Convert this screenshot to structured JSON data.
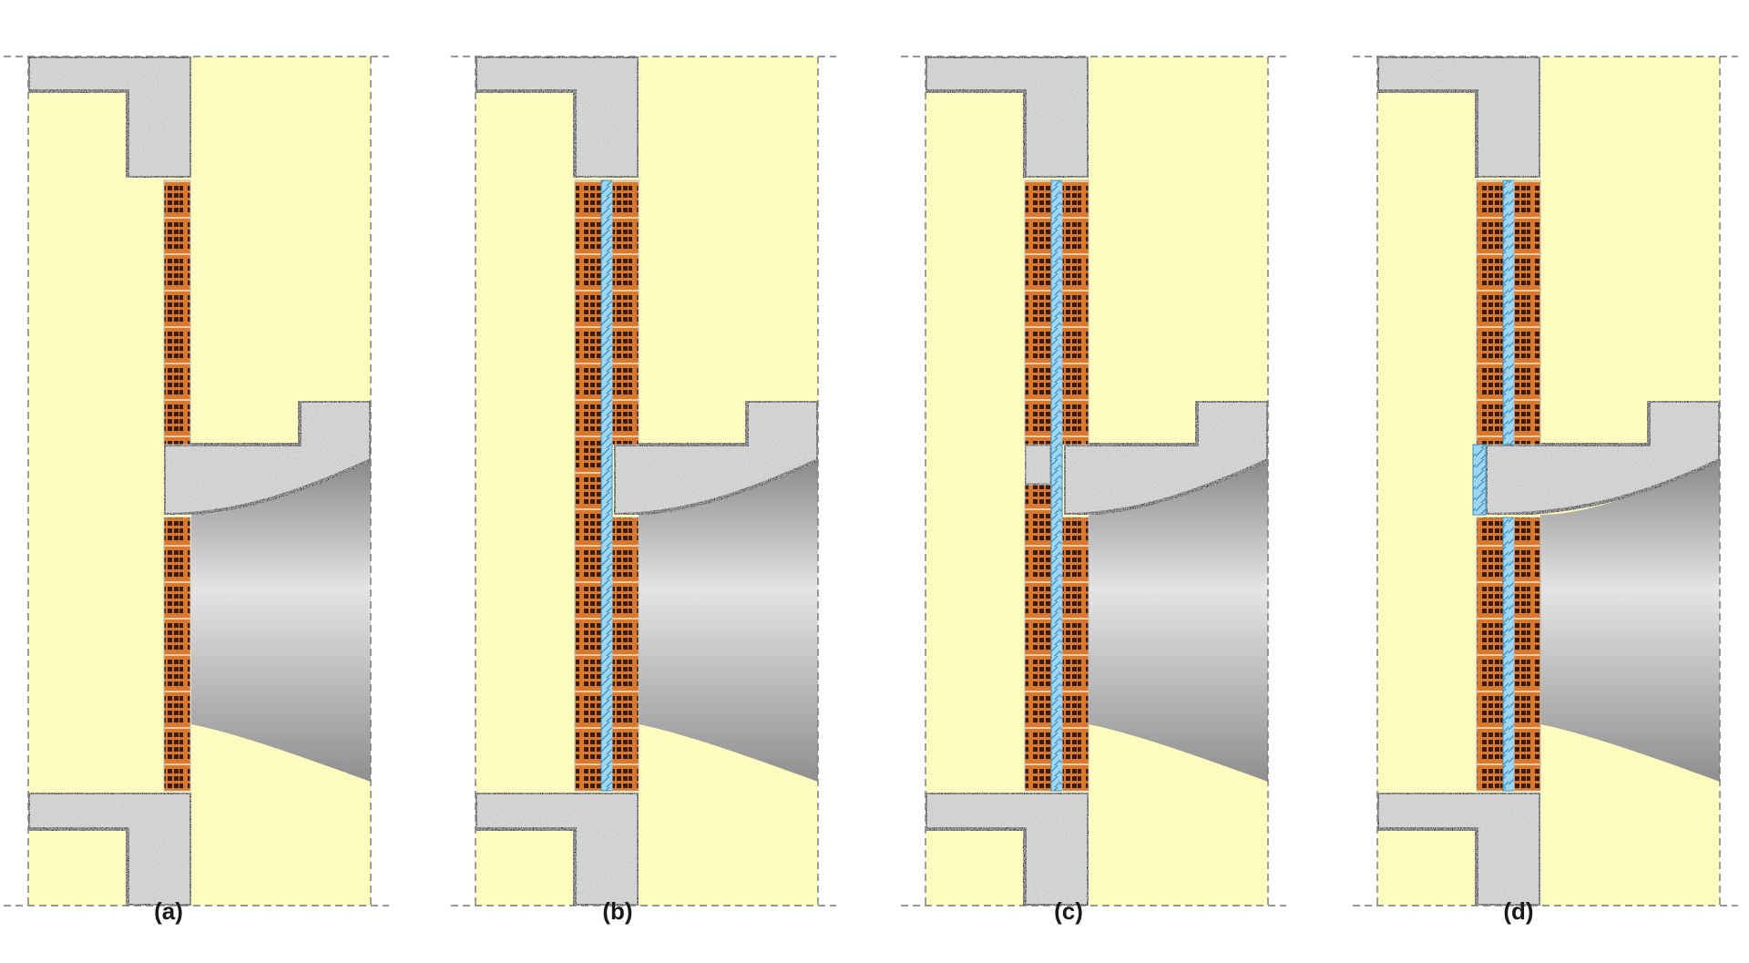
{
  "panels": [
    {
      "label": "(a)",
      "insulation_layer": "none"
    },
    {
      "label": "(b)",
      "insulation_layer": "continuous-cavity-behind-slab"
    },
    {
      "label": "(c)",
      "insulation_layer": "continuous-cavity-with-slab-gap-block"
    },
    {
      "label": "(d)",
      "insulation_layer": "cavity-with-insulation-at-slab-edge"
    }
  ],
  "colors": {
    "background_fill": "#fefbbf",
    "concrete": "#c8c8c8",
    "brick": "#d8772e",
    "brick_hole": "#3a1d0a",
    "insulation": "#9fd6f2",
    "outline": "#111111",
    "dashed_line": "#777777"
  }
}
